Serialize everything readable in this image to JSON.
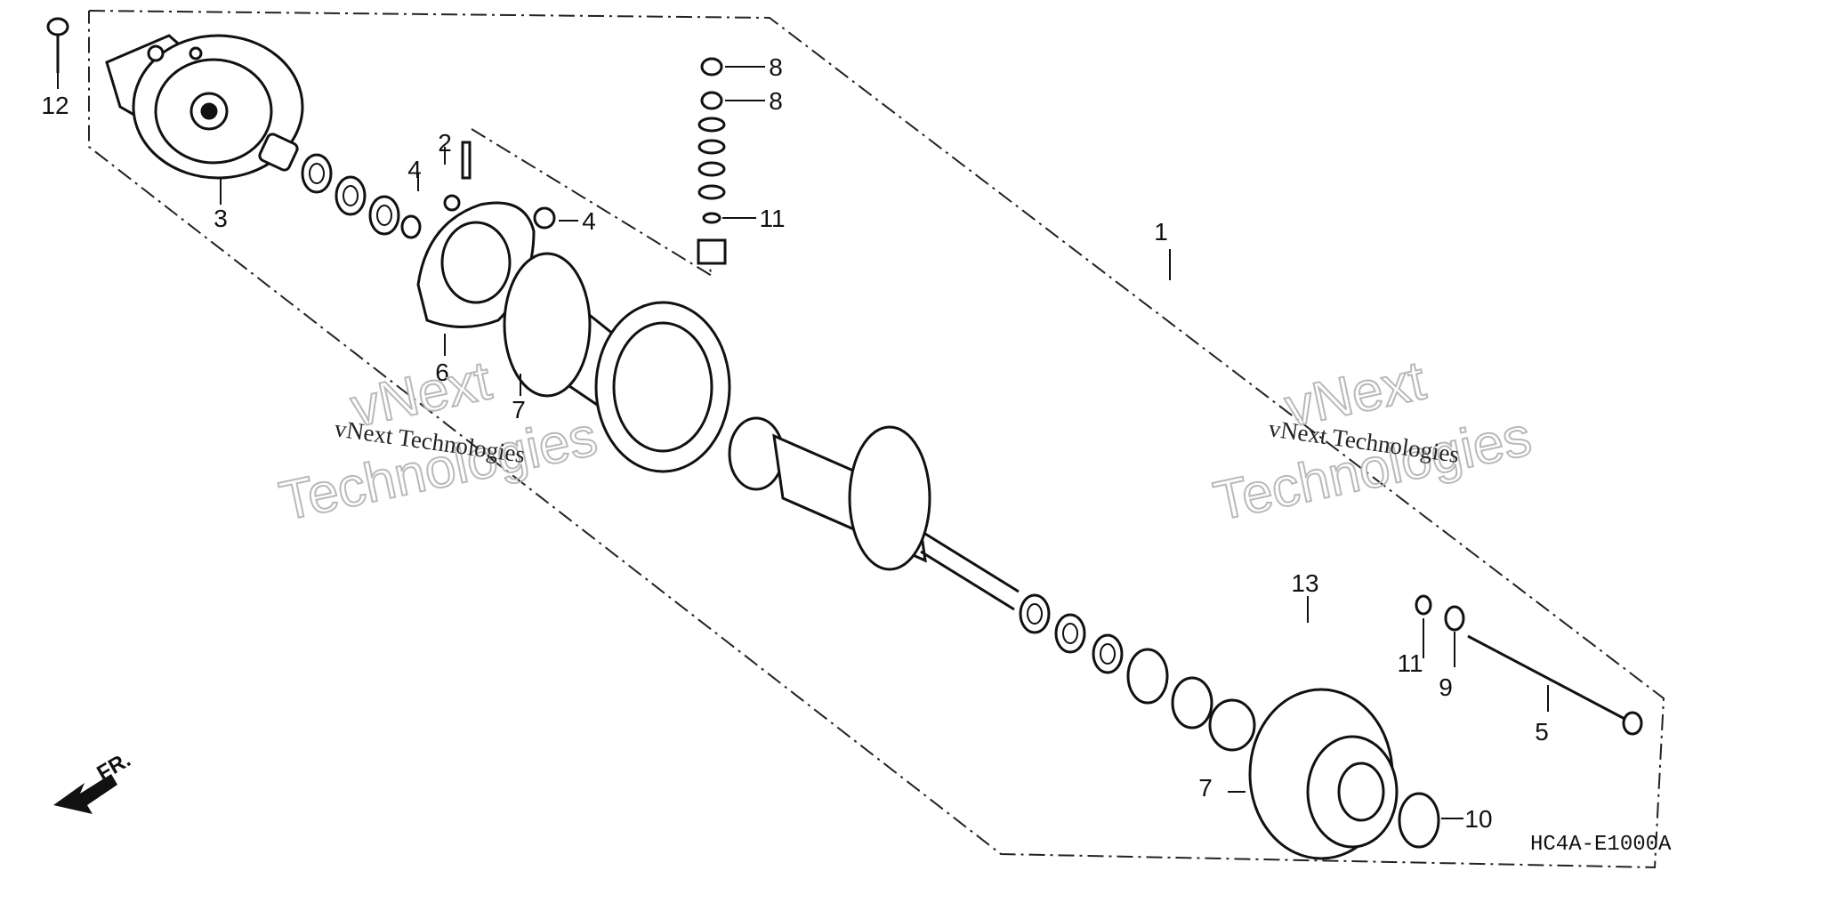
{
  "callouts": {
    "c1": "1",
    "c2": "2",
    "c3": "3",
    "c4a": "4",
    "c4b": "4",
    "c5": "5",
    "c6": "6",
    "c7a": "7",
    "c7b": "7",
    "c8a": "8",
    "c8b": "8",
    "c9": "9",
    "c10": "10",
    "c11a": "11",
    "c11b": "11",
    "c12": "12",
    "c13": "13"
  },
  "direction_label": "FR.",
  "watermark": {
    "line1": "vNext",
    "line2": "Technologies",
    "caption": "vNext Technologies"
  },
  "drawing_code": "HC4A-E1000A"
}
